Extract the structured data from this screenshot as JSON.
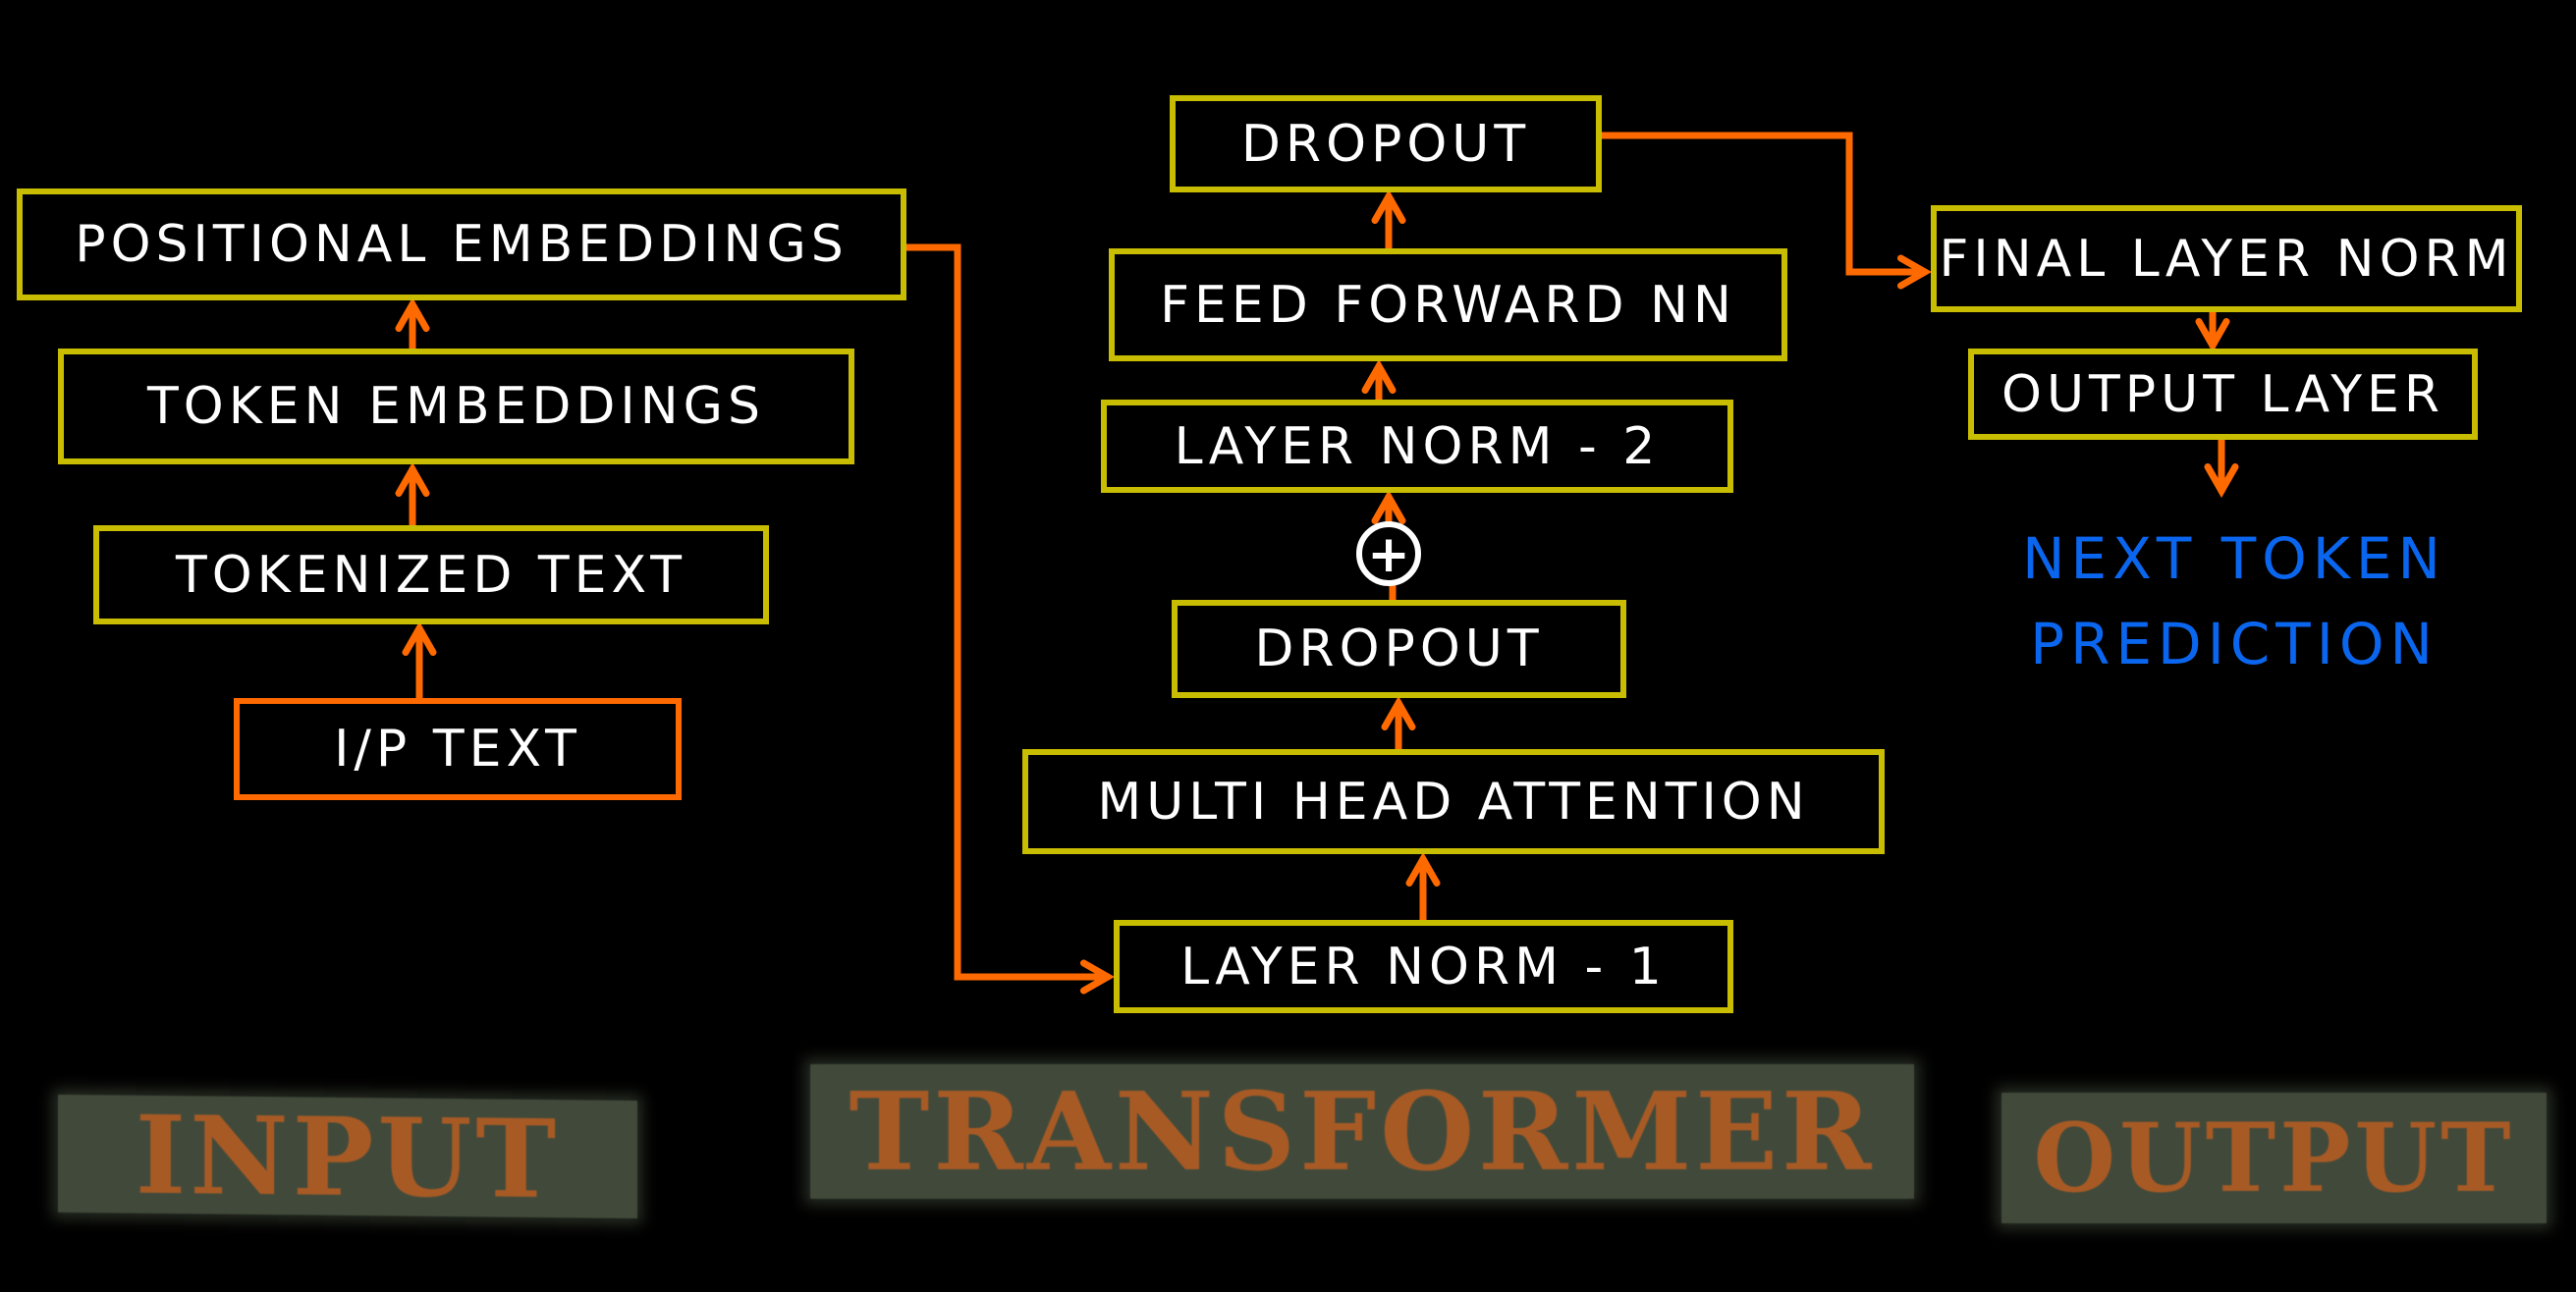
{
  "input": {
    "boxes": [
      "POSITIONAL EMBEDDINGS",
      "TOKEN EMBEDDINGS",
      "TOKENIZED TEXT",
      "I/P TEXT"
    ],
    "section_label": "INPUT"
  },
  "transformer": {
    "boxes": [
      "DROPOUT",
      "FEED FORWARD NN",
      "LAYER NORM - 2",
      "DROPOUT",
      "MULTI HEAD ATTENTION",
      "LAYER NORM - 1"
    ],
    "residual_symbol": "+",
    "section_label": "TRANSFORMER"
  },
  "output": {
    "boxes": [
      "FINAL LAYER NORM",
      "OUTPUT LAYER"
    ],
    "prediction_line1": "NEXT TOKEN",
    "prediction_line2": "PREDICTION",
    "section_label": "OUTPUT"
  },
  "colors": {
    "box_border": "#c8bd00",
    "arrow": "#ff6a00",
    "prediction": "#0a66ee",
    "section_bg": "#414a3a",
    "section_text": "#a85a25"
  }
}
